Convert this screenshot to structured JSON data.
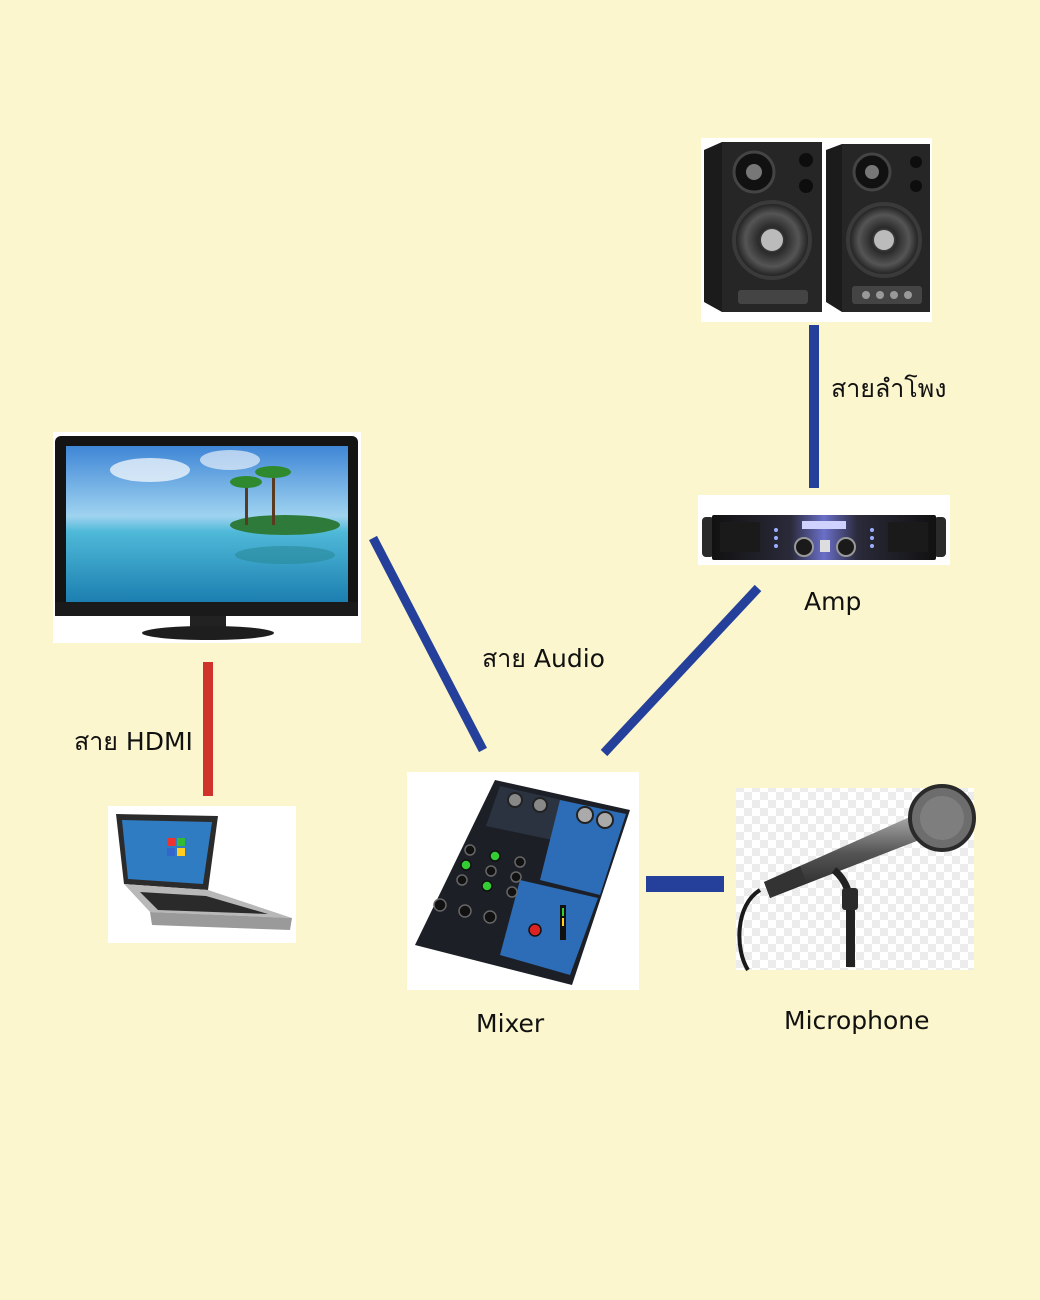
{
  "diagram": {
    "background": "#fbf6cd",
    "colors": {
      "audio_cable": "#25409a",
      "hdmi_cable": "#d0332c"
    },
    "devices": {
      "speakers": {
        "icon": "speaker-pair-icon"
      },
      "tv": {
        "icon": "tv-icon"
      },
      "amp": {
        "icon": "amplifier-icon",
        "label": "Amp"
      },
      "laptop": {
        "icon": "laptop-icon"
      },
      "mixer": {
        "icon": "mixer-icon",
        "label": "Mixer"
      },
      "microphone": {
        "icon": "microphone-icon",
        "label": "Microphone"
      }
    },
    "cables": {
      "speaker_amp": {
        "label": "สายลำโพง",
        "type": "audio"
      },
      "tv_mixer": {
        "label": "สาย Audio",
        "type": "audio"
      },
      "amp_mixer": {
        "type": "audio"
      },
      "tv_laptop": {
        "label": "สาย HDMI",
        "type": "hdmi"
      },
      "mixer_mic": {
        "type": "audio"
      }
    }
  }
}
